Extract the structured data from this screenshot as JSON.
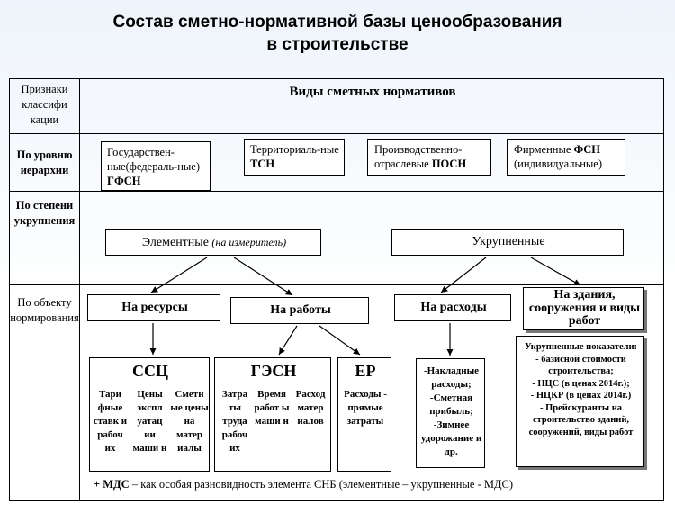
{
  "title": {
    "line1": "Состав сметно-нормативной базы ценообразования",
    "line2": "в строительстве"
  },
  "header": {
    "criteria_label": "Признаки классифи кации",
    "types_label": "Виды сметных нормативов"
  },
  "rows": {
    "level_label": "По уровню иерархии",
    "consolidation_label": "По степени укрупнения",
    "object_label": "По объекту нормирования"
  },
  "level": {
    "federal": {
      "text": "Государствен-ные(федераль-ные)",
      "abbr": "ГФСН"
    },
    "territorial": {
      "text": "Территориаль-ные",
      "abbr": "ТСН"
    },
    "industry": {
      "text": "Производственно-отраслевые",
      "abbr": "ПОСН"
    },
    "firm": {
      "text": "Фирменные",
      "abbr": "ФСН",
      "sub": "(индивидуальные)"
    }
  },
  "consolidation": {
    "elemental": "Элементные",
    "elemental_note": "(на измеритель)",
    "enlarged": "Укрупненные"
  },
  "objects": {
    "resources": "На ресурсы",
    "works": "На работы",
    "expenses": "На расходы",
    "buildings": "На здания, сооружения и виды работ"
  },
  "groups": {
    "ssc": "ССЦ",
    "gesn": "ГЭСН",
    "er": "ЕР"
  },
  "ssc_cols": [
    "Тари фные ставк и рабоч их",
    "Цены экспл уатац ии маши н",
    "Сметн ые цены на матер иалы"
  ],
  "gesn_cols": [
    "Затра ты труда рабоч их",
    "Время работ ы маши н",
    "Расход матер иалов"
  ],
  "er_col": "Расходы - прямые затраты",
  "expenses_list": "-Накладные расходы; -Сметная прибыль; -Зимнее удорожание и др.",
  "enlarged_list": {
    "head": "Укрупненные показатели:",
    "l1": "- базисной стоимости строительства;",
    "l2": "- НЦС (в ценах 2014г.);",
    "l3": "- НЦКР (в ценах 2014г.)",
    "l4": "- Прейскуранты на строительство зданий, сооружений, виды работ"
  },
  "footnote": {
    "mds": "+ МДС",
    "rest": " – как особая разновидность элемента СНБ (элементные – укрупненные - МДС)"
  }
}
